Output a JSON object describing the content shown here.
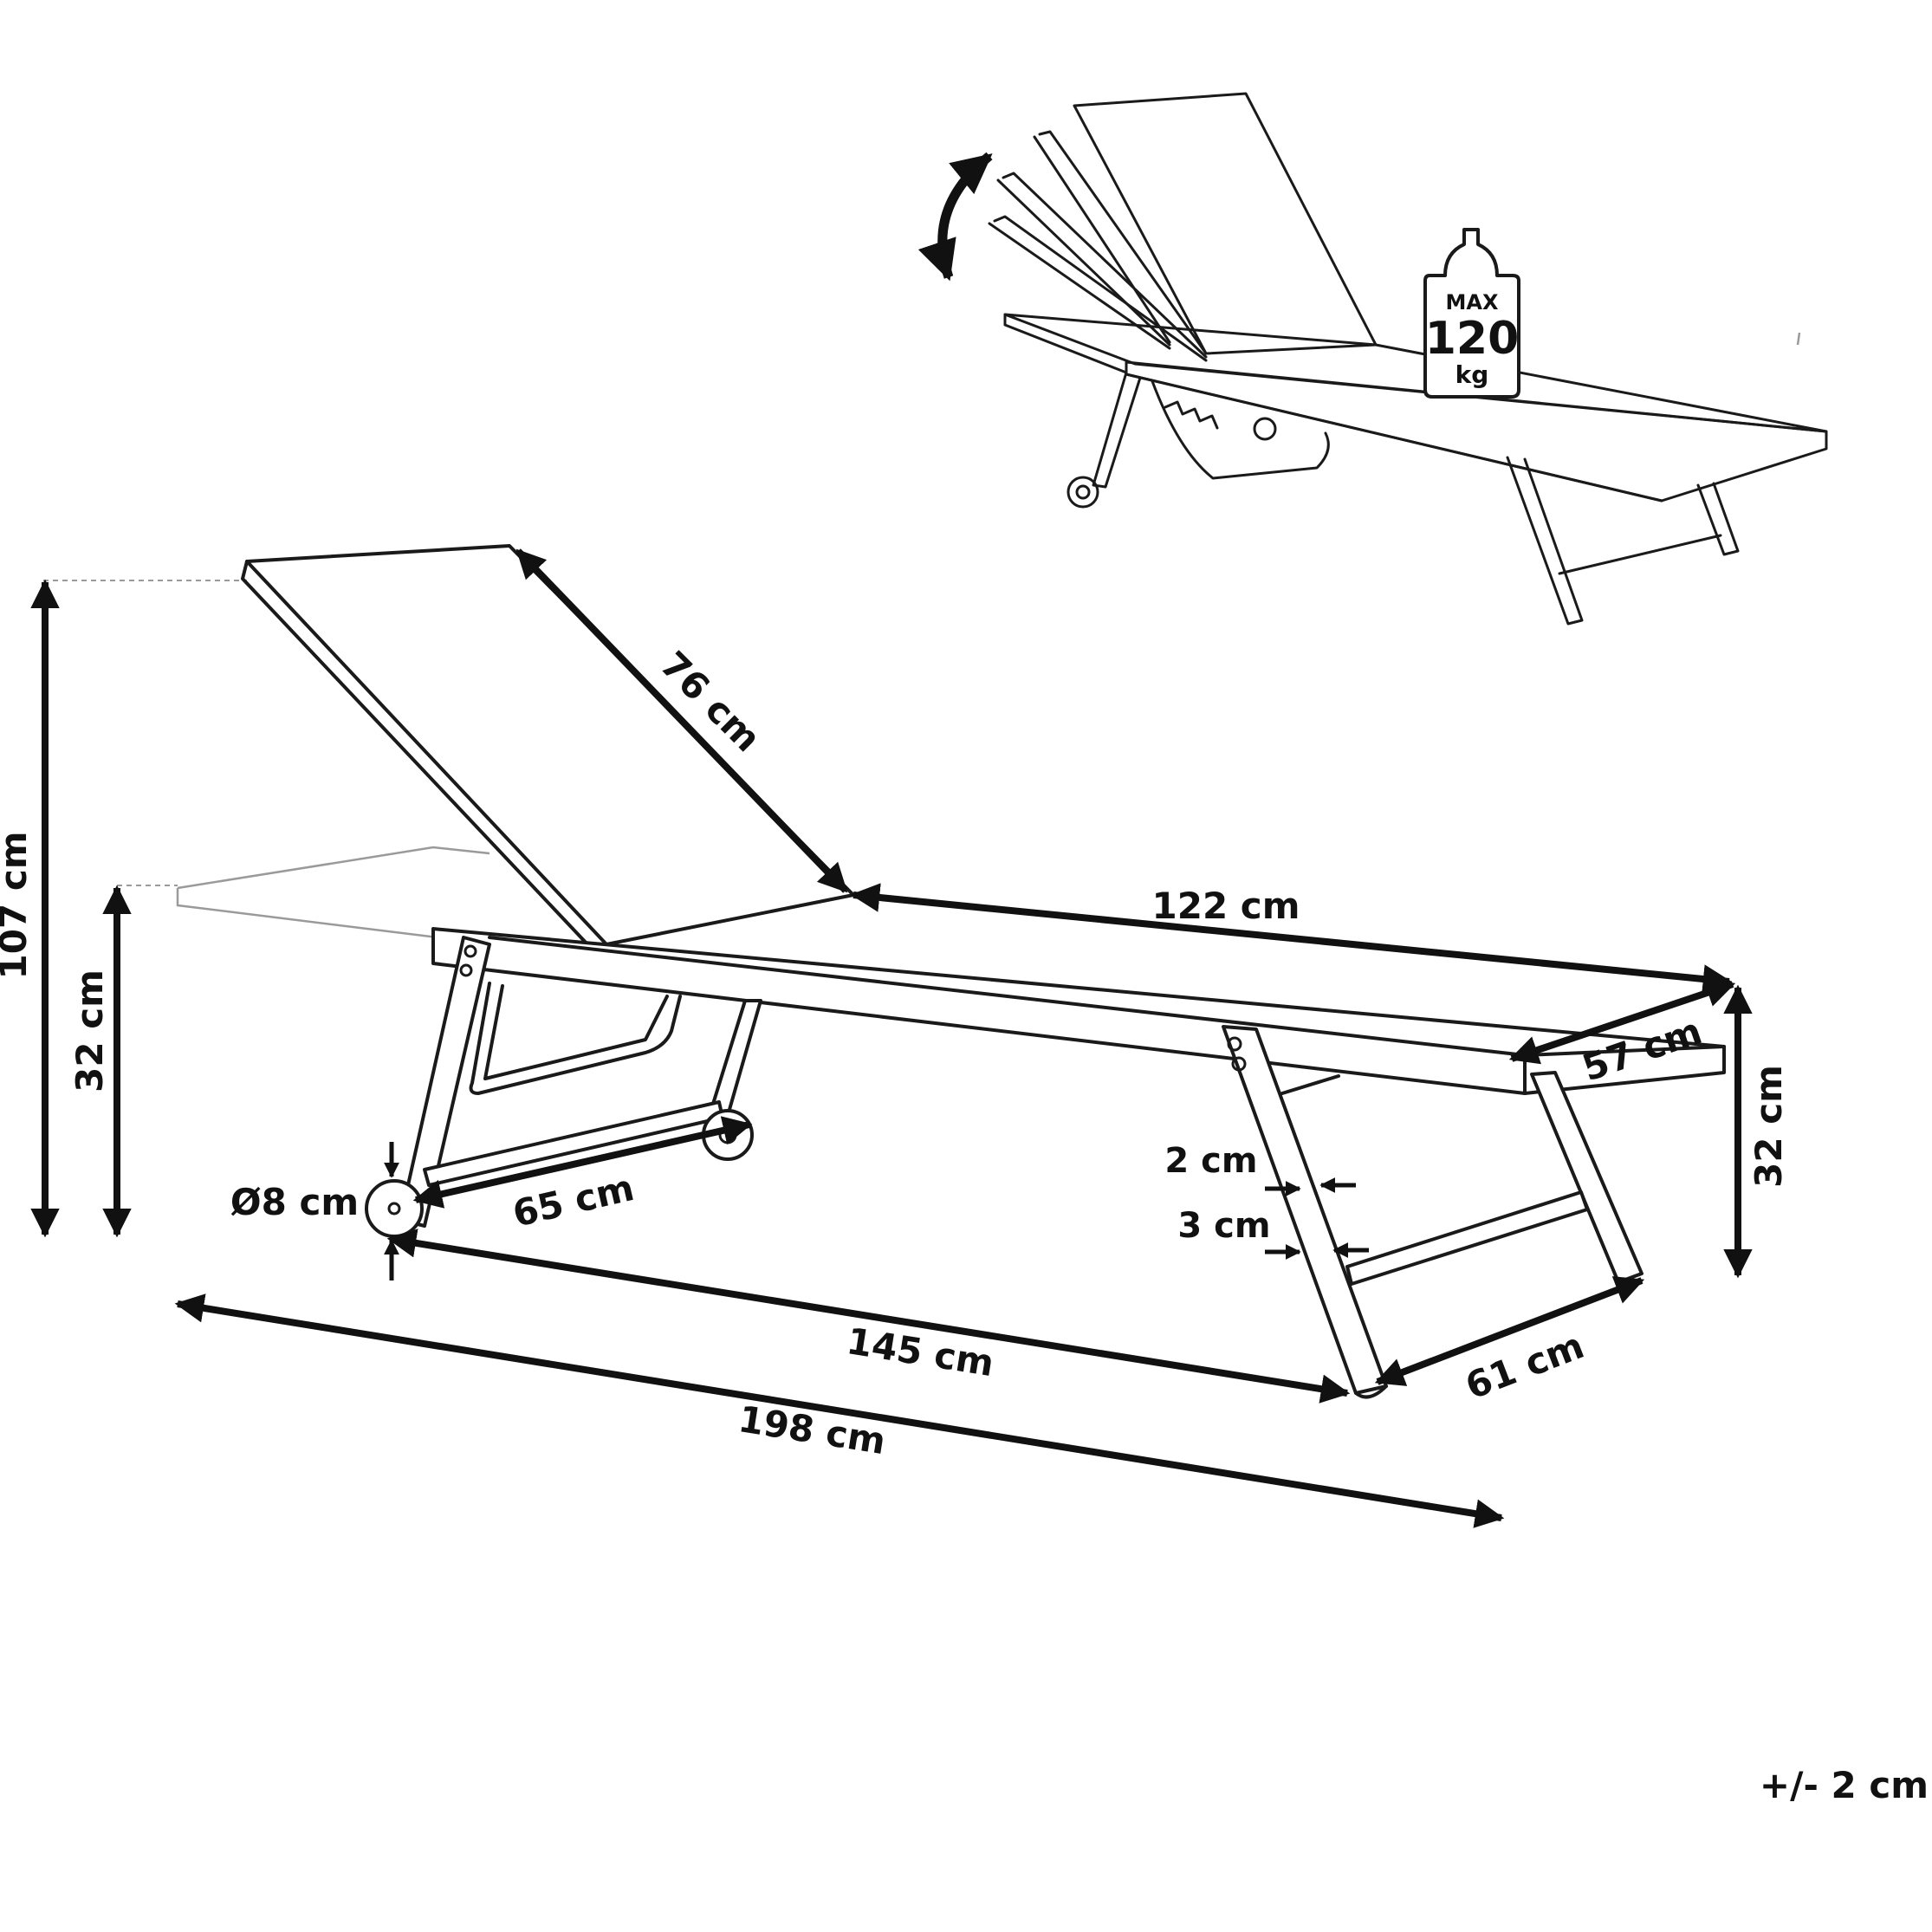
{
  "labels": {
    "backrest_length": "76 cm",
    "seat_length": "122 cm",
    "total_height": "107 cm",
    "seat_height_left": "32 cm",
    "seat_height_right": "32 cm",
    "width": "57 cm",
    "wheel_span": "65 cm",
    "wheel_diameter": "Ø8 cm",
    "frame_width_a": "2 cm",
    "frame_width_b": "3 cm",
    "leg_base_length": "145 cm",
    "leg_base_width": "61 cm",
    "total_length": "198 cm",
    "tolerance": "+/- 2 cm"
  },
  "weight_badge": {
    "line1": "MAX",
    "line2": "120",
    "line3": "kg"
  },
  "icons": {
    "adjust": "curved-double-arrow-icon",
    "weight": "weight-icon"
  }
}
